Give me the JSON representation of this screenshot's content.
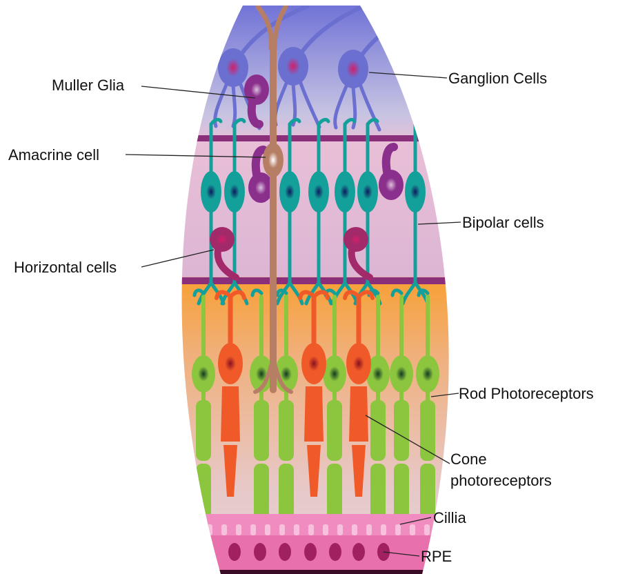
{
  "labels": {
    "muller_glia": "Muller Glia",
    "ganglion_cells": "Ganglion Cells",
    "amacrine_cell": "Amacrine cell",
    "bipolar_cells": "Bipolar cells",
    "horizontal_cells": "Horizontal cells",
    "rod_photoreceptors": "Rod Photoreceptors",
    "cone_line1": "Cone",
    "cone_line2": "photoreceptors",
    "cillia": "Cillia",
    "rpe": "RPE"
  },
  "colors": {
    "ganglion": "#6a6fd0",
    "glia": "#b77e66",
    "amacrine": "#8a2f8c",
    "bipolar": "#14a09a",
    "horizontal": "#a22a6a",
    "rod": "#8cc63f",
    "cone": "#f05a28",
    "rpe": "#e86aa8",
    "nucleus": "#d2236f"
  }
}
